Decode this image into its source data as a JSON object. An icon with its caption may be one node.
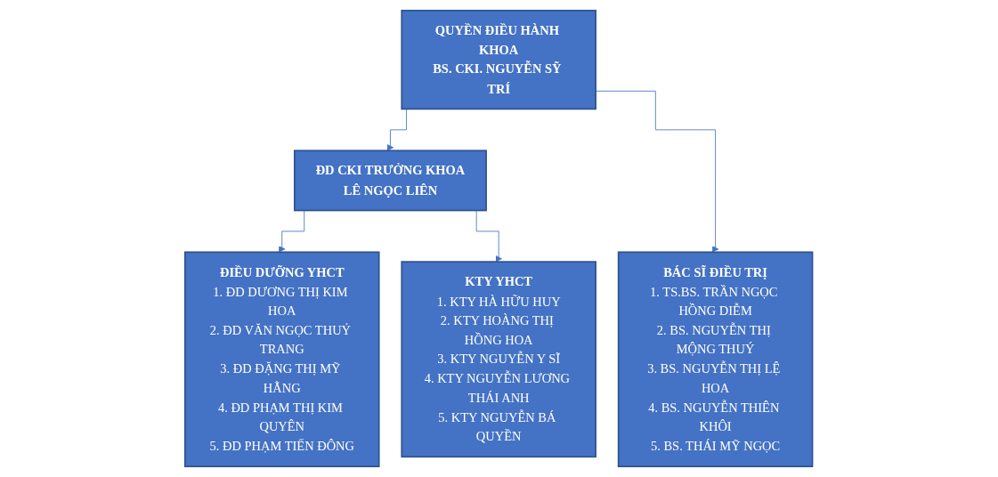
{
  "diagram": {
    "nodes": [
      {
        "text": [
          "QUYỀN ĐIỀU HÀNH KHOA",
          "BS. CKI. NGUYỄN SỸ TRÍ"
        ]
      },
      {
        "text": [
          "ĐD CKI TRƯỞNG KHOA",
          "LÊ NGỌC LIÊN"
        ]
      },
      {
        "text": [
          "ĐIỀU DƯỠNG YHCT",
          "1. ĐD DƯƠNG THỊ KIM HOA",
          "2. ĐD VĂN NGỌC THUỶ TRANG",
          "3. ĐD ĐẶNG THỊ MỸ HẰNG",
          "4. ĐD PHẠM THỊ KIM QUYÊN",
          "5. ĐD PHẠM TIẾN ĐÔNG"
        ]
      },
      {
        "text": [
          "KTY YHCT",
          "1. KTY HÀ HỮU HUY",
          "2. KTY HOÀNG THỊ HỒNG HOA",
          "3. KTY NGUYỄN Y SĨ",
          "4. KTY NGUYỄN LƯƠNG THÁI ANH",
          "5. KTY NGUYỄN BÁ QUYỀN"
        ]
      },
      {
        "text": [
          "BÁC SĨ ĐIỀU TRỊ",
          "1. TS.BS. TRẦN NGỌC HỒNG DIỄM",
          "2. BS. NGUYỄN THỊ MỘNG THUÝ",
          "3. BS. NGUYỄN THỊ LỆ HOA",
          "4. BS. NGUYỄN THIÊN KHÔI",
          "5. BS. THÁI MỸ NGỌC"
        ]
      }
    ],
    "edges": [
      {
        "from": 0,
        "to": 1,
        "arrow": "to"
      },
      {
        "from": 0,
        "to": 4,
        "arrow": "to"
      },
      {
        "from": 1,
        "to": 2,
        "arrow": "to"
      },
      {
        "from": 1,
        "to": 3,
        "arrow": "to"
      }
    ]
  }
}
